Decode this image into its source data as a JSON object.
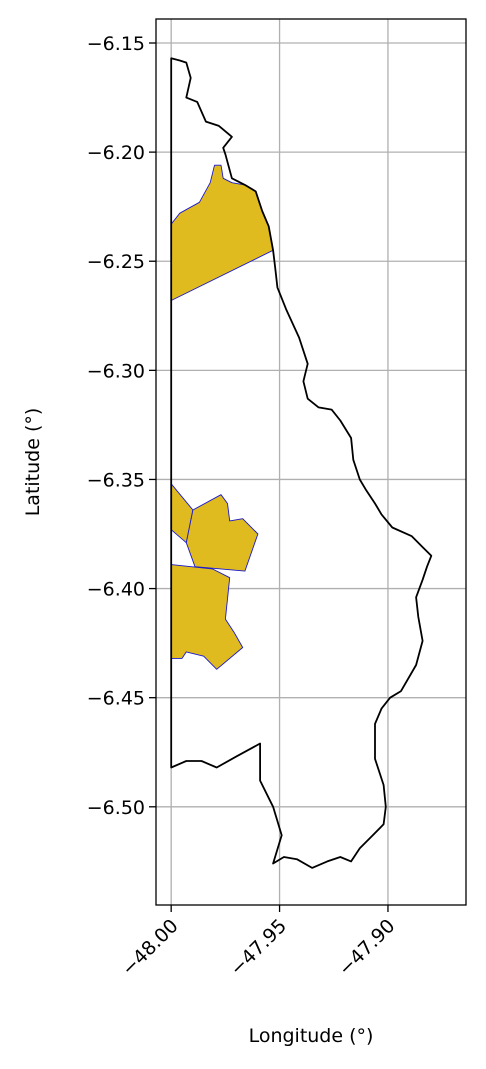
{
  "chart_data": {
    "type": "map",
    "xlabel": "Longitude (°)",
    "ylabel": "Latitude (°)",
    "xlim": [
      -48.007,
      -47.864
    ],
    "ylim": [
      -6.545,
      -6.139
    ],
    "x_ticks": [
      -48.0,
      -47.95,
      -47.9
    ],
    "x_tick_labels": [
      "−48.00",
      "−47.95",
      "−47.90"
    ],
    "y_ticks": [
      -6.15,
      -6.2,
      -6.25,
      -6.3,
      -6.35,
      -6.4,
      -6.45,
      -6.5
    ],
    "y_tick_labels": [
      "−6.15",
      "−6.20",
      "−6.25",
      "−6.30",
      "−6.35",
      "−6.40",
      "−6.45",
      "−6.50"
    ],
    "grid": true,
    "colors": {
      "boundary": "#000000",
      "fill": "#e0bb20",
      "fill_edge": "#1a1acc",
      "grid": "#b0b0b0"
    },
    "boundary": [
      [
        -48.0,
        -6.157
      ],
      [
        -47.996,
        -6.158
      ],
      [
        -47.993,
        -6.159
      ],
      [
        -47.991,
        -6.166
      ],
      [
        -47.993,
        -6.175
      ],
      [
        -47.988,
        -6.177
      ],
      [
        -47.984,
        -6.186
      ],
      [
        -47.978,
        -6.188
      ],
      [
        -47.972,
        -6.193
      ],
      [
        -47.976,
        -6.198
      ],
      [
        -47.975,
        -6.201
      ],
      [
        -47.972,
        -6.212
      ],
      [
        -47.966,
        -6.215
      ],
      [
        -47.961,
        -6.218
      ],
      [
        -47.958,
        -6.227
      ],
      [
        -47.955,
        -6.234
      ],
      [
        -47.953,
        -6.245
      ],
      [
        -47.952,
        -6.253
      ],
      [
        -47.951,
        -6.262
      ],
      [
        -47.947,
        -6.272
      ],
      [
        -47.941,
        -6.285
      ],
      [
        -47.937,
        -6.297
      ],
      [
        -47.939,
        -6.305
      ],
      [
        -47.937,
        -6.313
      ],
      [
        -47.932,
        -6.317
      ],
      [
        -47.926,
        -6.318
      ],
      [
        -47.922,
        -6.323
      ],
      [
        -47.917,
        -6.331
      ],
      [
        -47.916,
        -6.341
      ],
      [
        -47.913,
        -6.35
      ],
      [
        -47.91,
        -6.355
      ],
      [
        -47.906,
        -6.361
      ],
      [
        -47.903,
        -6.366
      ],
      [
        -47.898,
        -6.372
      ],
      [
        -47.889,
        -6.376
      ],
      [
        -47.884,
        -6.381
      ],
      [
        -47.88,
        -6.385
      ],
      [
        -47.882,
        -6.39
      ],
      [
        -47.884,
        -6.396
      ],
      [
        -47.887,
        -6.404
      ],
      [
        -47.886,
        -6.413
      ],
      [
        -47.884,
        -6.424
      ],
      [
        -47.887,
        -6.435
      ],
      [
        -47.894,
        -6.447
      ],
      [
        -47.899,
        -6.45
      ],
      [
        -47.903,
        -6.455
      ],
      [
        -47.906,
        -6.462
      ],
      [
        -47.906,
        -6.478
      ],
      [
        -47.902,
        -6.49
      ],
      [
        -47.901,
        -6.5
      ],
      [
        -47.902,
        -6.508
      ],
      [
        -47.907,
        -6.513
      ],
      [
        -47.913,
        -6.519
      ],
      [
        -47.917,
        -6.525
      ],
      [
        -47.922,
        -6.523
      ],
      [
        -47.928,
        -6.525
      ],
      [
        -47.935,
        -6.528
      ],
      [
        -47.942,
        -6.524
      ],
      [
        -47.948,
        -6.523
      ],
      [
        -47.953,
        -6.526
      ],
      [
        -47.949,
        -6.513
      ],
      [
        -47.953,
        -6.5
      ],
      [
        -47.959,
        -6.488
      ],
      [
        -47.959,
        -6.471
      ],
      [
        -47.97,
        -6.477
      ],
      [
        -47.979,
        -6.482
      ],
      [
        -47.986,
        -6.479
      ],
      [
        -47.993,
        -6.479
      ],
      [
        -48.0,
        -6.482
      ],
      [
        -48.0,
        -6.157
      ]
    ],
    "regions": [
      {
        "name": "",
        "points": [
          [
            -48.0,
            -6.233
          ],
          [
            -47.996,
            -6.228
          ],
          [
            -47.987,
            -6.223
          ],
          [
            -47.982,
            -6.214
          ],
          [
            -47.98,
            -6.206
          ],
          [
            -47.977,
            -6.206
          ],
          [
            -47.976,
            -6.212
          ],
          [
            -47.972,
            -6.214
          ],
          [
            -47.966,
            -6.215
          ],
          [
            -47.961,
            -6.218
          ],
          [
            -47.958,
            -6.227
          ],
          [
            -47.955,
            -6.234
          ],
          [
            -47.953,
            -6.245
          ],
          [
            -48.0,
            -6.268
          ]
        ]
      },
      {
        "name": "",
        "points": [
          [
            -48.0,
            -6.352
          ],
          [
            -47.99,
            -6.364
          ],
          [
            -47.993,
            -6.379
          ],
          [
            -48.0,
            -6.373
          ]
        ]
      },
      {
        "name": "",
        "points": [
          [
            -47.99,
            -6.364
          ],
          [
            -47.977,
            -6.357
          ],
          [
            -47.974,
            -6.361
          ],
          [
            -47.973,
            -6.369
          ],
          [
            -47.967,
            -6.368
          ],
          [
            -47.96,
            -6.375
          ],
          [
            -47.966,
            -6.392
          ],
          [
            -47.989,
            -6.39
          ],
          [
            -47.993,
            -6.379
          ]
        ]
      },
      {
        "name": "",
        "points": [
          [
            -48.0,
            -6.389
          ],
          [
            -47.981,
            -6.391
          ],
          [
            -47.973,
            -6.395
          ],
          [
            -47.975,
            -6.414
          ],
          [
            -47.971,
            -6.42
          ],
          [
            -47.967,
            -6.427
          ],
          [
            -47.979,
            -6.437
          ],
          [
            -47.985,
            -6.431
          ],
          [
            -47.993,
            -6.429
          ],
          [
            -47.995,
            -6.432
          ],
          [
            -48.0,
            -6.432
          ]
        ]
      }
    ]
  }
}
